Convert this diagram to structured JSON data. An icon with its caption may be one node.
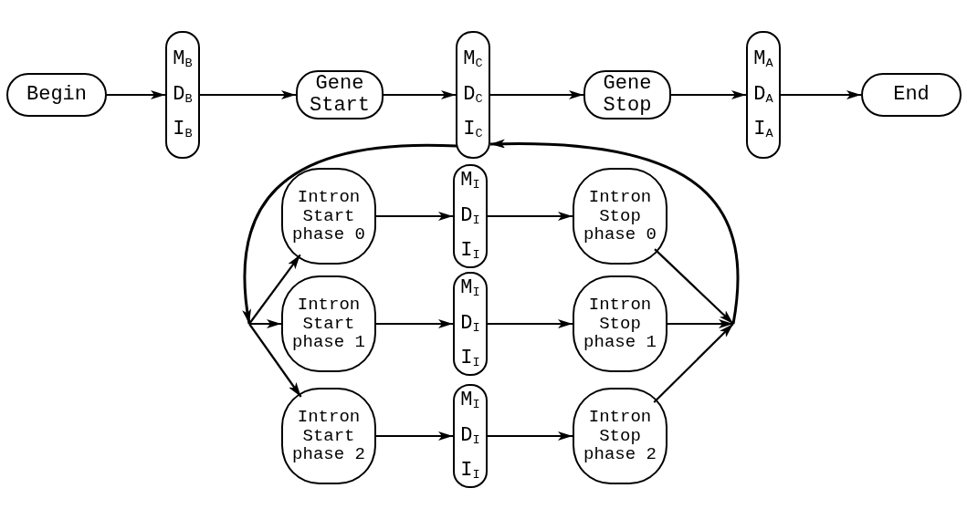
{
  "diagram": {
    "nodes": [
      {
        "text": [
          "Begin"
        ]
      },
      {
        "text": [
          "M$_{B}$ D$_{B}$ I$_{B}$"
        ]
      },
      {
        "text": [
          "Gene Start"
        ]
      },
      {
        "text": [
          "M$_{C}$ D$_{C}$ I$_{C}$"
        ]
      },
      {
        "text": [
          "Gene Stop"
        ]
      },
      {
        "text": [
          "M$_{A}$ D$_{A}$ I$_{A}$"
        ]
      },
      {
        "text": [
          "End"
        ]
      },
      {
        "text": [
          "Intron Start phase 0"
        ]
      },
      {
        "text": [
          "M$_{I}$ D$_{I}$ I$_{I}$"
        ]
      },
      {
        "text": [
          "Intron Stop phase 0"
        ]
      },
      {
        "text": [
          "Intron Start phase 1"
        ]
      },
      {
        "text": [
          "M$_{I}$ D$_{I}$ I$_{I}$"
        ]
      },
      {
        "text": [
          "Intron Stop phase 1"
        ]
      },
      {
        "text": [
          "Intron Start phase 2"
        ]
      },
      {
        "text": [
          "M$_{I}$ D$_{I}$ I$_{I}$"
        ]
      },
      {
        "text": [
          "Intron Stop phase 2"
        ]
      }
    ],
    "edges": [
      {
        "from": 0,
        "to": 1,
        "arrow": "to"
      },
      {
        "from": 1,
        "to": 2,
        "arrow": "to"
      },
      {
        "from": 2,
        "to": 3,
        "arrow": "to"
      },
      {
        "from": 3,
        "to": 4,
        "arrow": "to"
      },
      {
        "from": 4,
        "to": 5,
        "arrow": "to"
      },
      {
        "from": 5,
        "to": 6,
        "arrow": "to"
      },
      {
        "from": 3,
        "to": 7,
        "arrow": "to"
      },
      {
        "from": 3,
        "to": 10,
        "arrow": "to"
      },
      {
        "from": 3,
        "to": 13,
        "arrow": "to"
      },
      {
        "from": 7,
        "to": 8,
        "arrow": "to"
      },
      {
        "from": 8,
        "to": 9,
        "arrow": "to"
      },
      {
        "from": 10,
        "to": 11,
        "arrow": "to"
      },
      {
        "from": 11,
        "to": 12,
        "arrow": "to"
      },
      {
        "from": 13,
        "to": 14,
        "arrow": "to"
      },
      {
        "from": 14,
        "to": 15,
        "arrow": "to"
      },
      {
        "from": 9,
        "to": 3,
        "arrow": "to"
      },
      {
        "from": 12,
        "to": 3,
        "arrow": "to"
      },
      {
        "from": 15,
        "to": 3,
        "arrow": "to"
      }
    ]
  }
}
